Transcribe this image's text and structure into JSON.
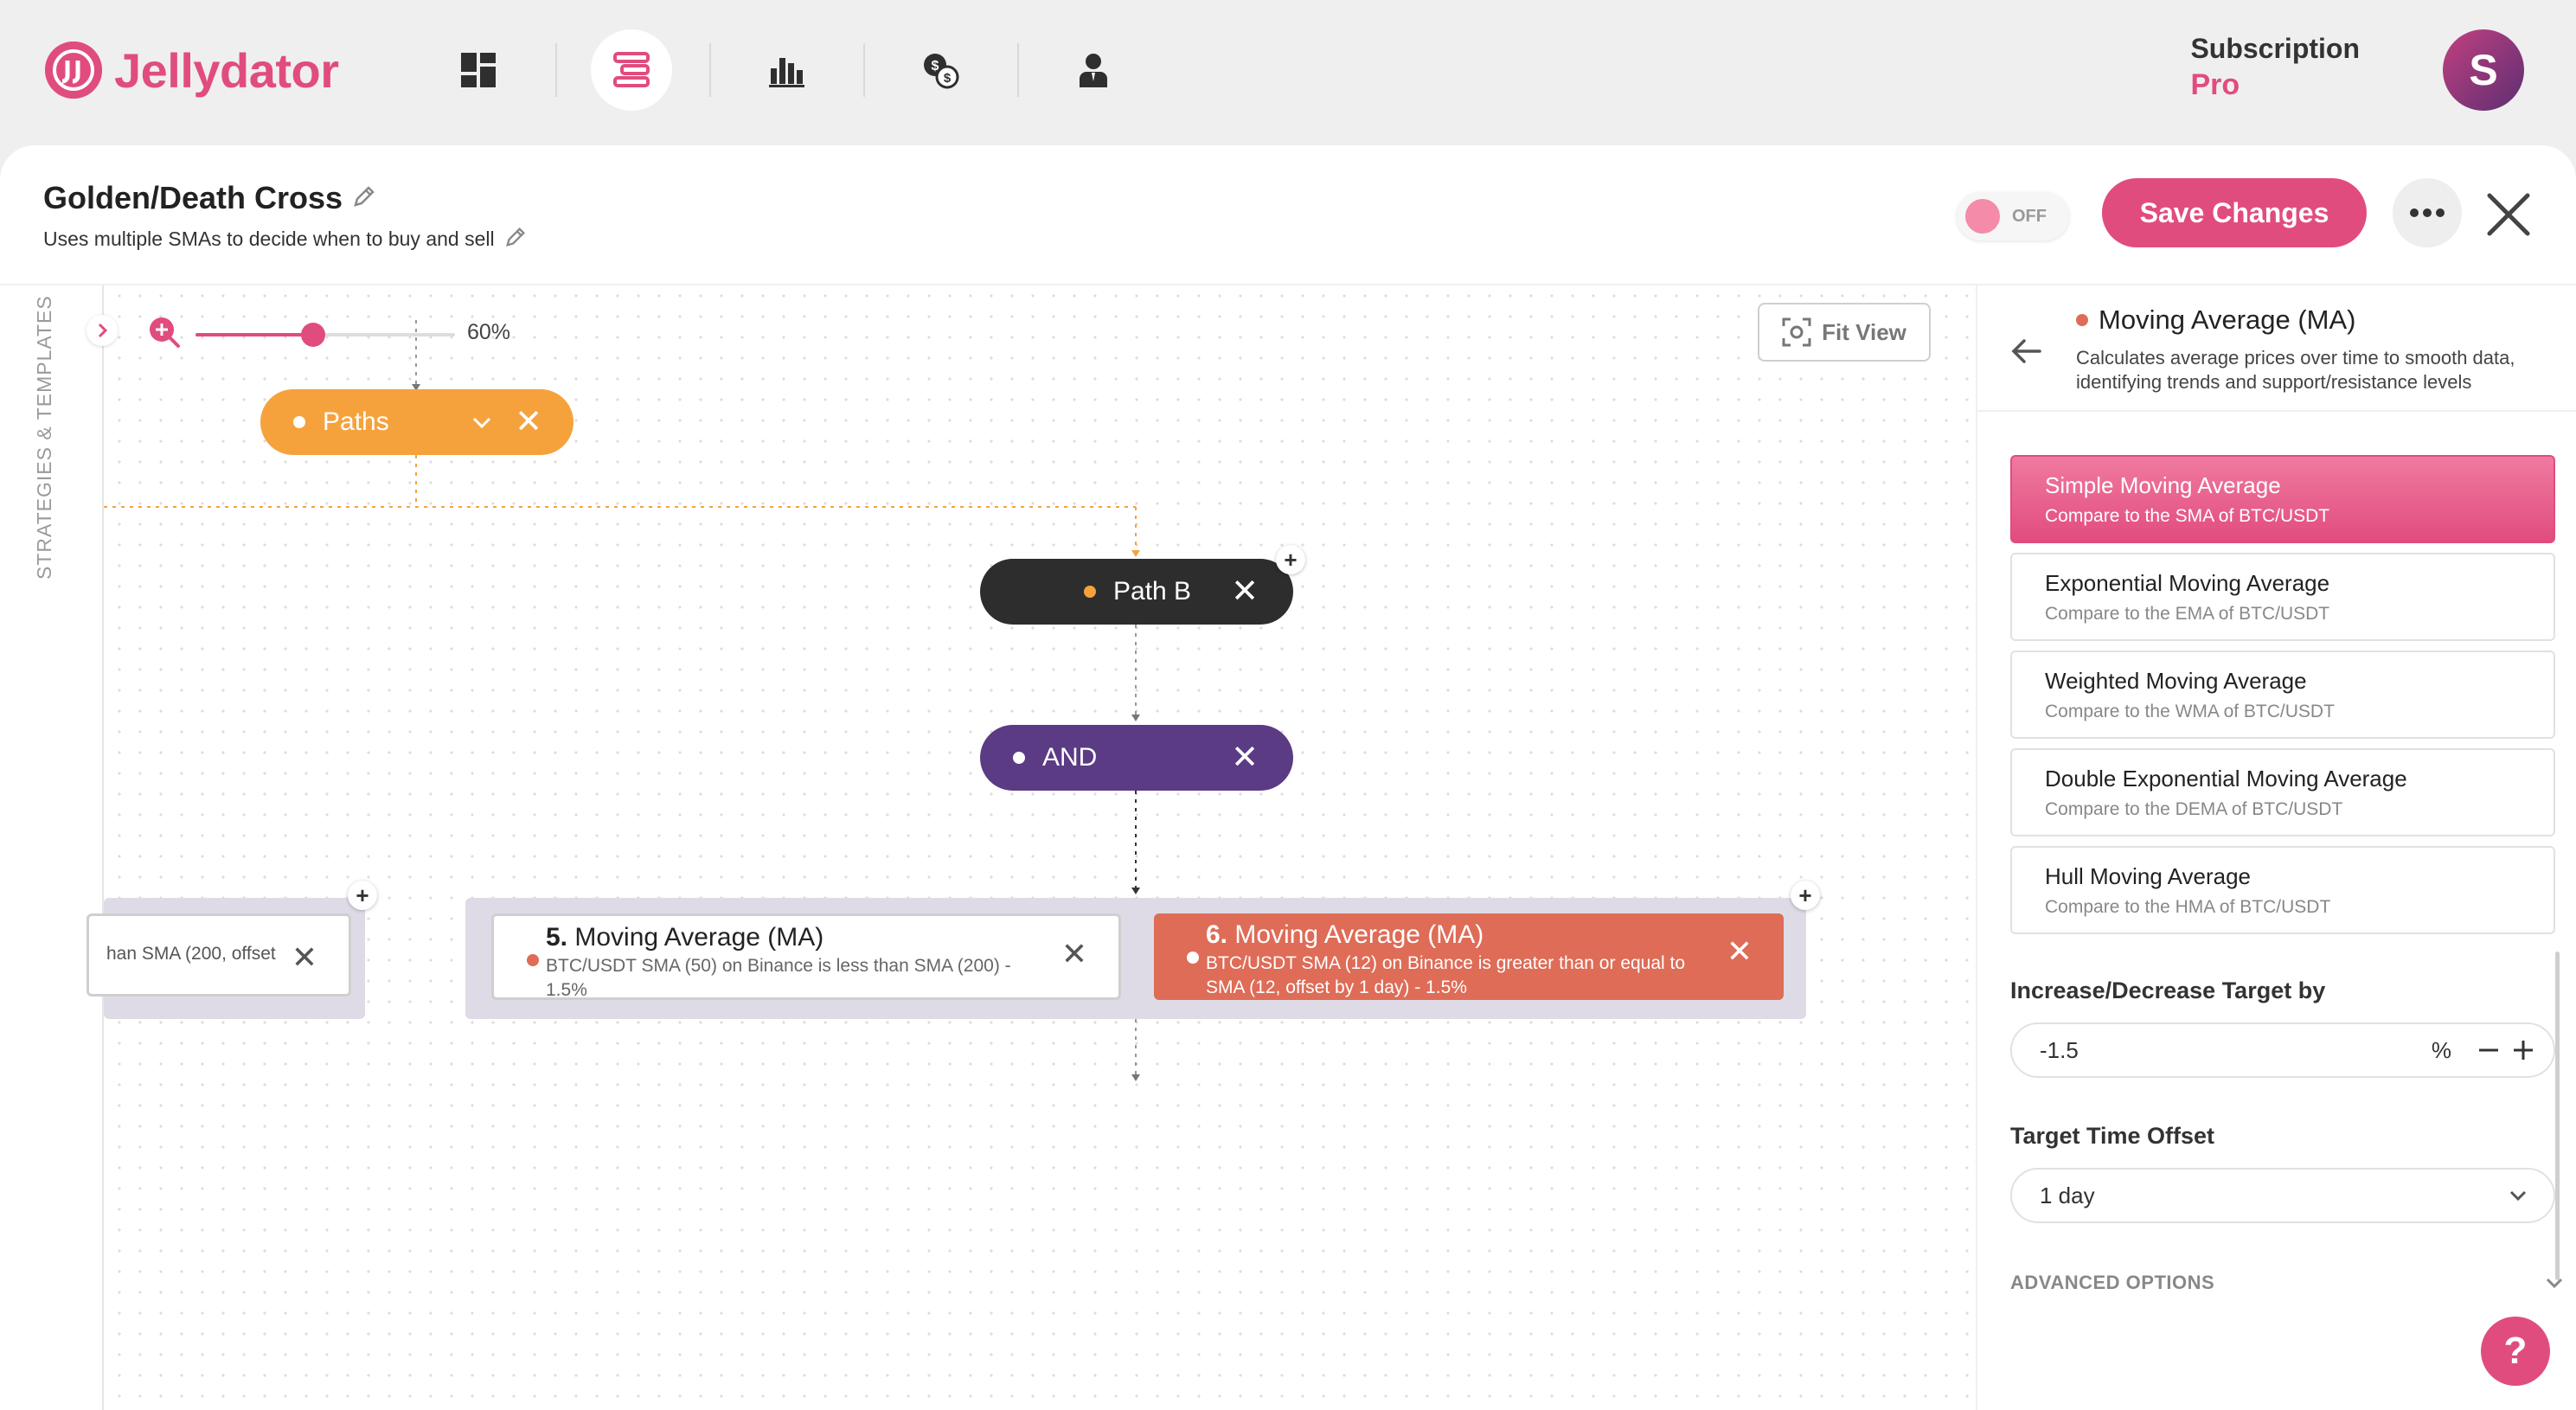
{
  "app": {
    "name": "Jellydator",
    "logo_letter": "J"
  },
  "nav": {
    "items": [
      {
        "name": "dashboard-icon"
      },
      {
        "name": "strategies-icon",
        "active": true
      },
      {
        "name": "analytics-icon"
      },
      {
        "name": "pricing-icon"
      },
      {
        "name": "account-icon"
      }
    ]
  },
  "subscription": {
    "label": "Subscription",
    "plan": "Pro"
  },
  "user": {
    "avatar_letter": "S"
  },
  "strategy": {
    "title": "Golden/Death Cross",
    "description": "Uses multiple SMAs to decide when to buy and sell",
    "toggle_label": "OFF",
    "save_label": "Save Changes"
  },
  "canvas": {
    "side_tab_label": "STRATEGIES & TEMPLATES",
    "zoom_label": "60%",
    "zoom_level": 0.6,
    "fit_view_label": "Fit View",
    "nodes": {
      "paths": {
        "label": "Paths"
      },
      "path_b": {
        "label": "Path B"
      },
      "and": {
        "label": "AND"
      }
    },
    "conditions": [
      {
        "number": "",
        "title": "",
        "desc": "han SMA (200, offset"
      },
      {
        "number": "5.",
        "title": "Moving Average (MA)",
        "desc": "BTC/USDT SMA (50) on Binance is less than SMA (200) - 1.5%"
      },
      {
        "number": "6.",
        "title": "Moving Average (MA)",
        "desc": "BTC/USDT SMA (12) on Binance is greater than or equal to SMA (12, offset by 1 day) - 1.5%"
      }
    ]
  },
  "panel": {
    "title": "Moving Average (MA)",
    "description": "Calculates average prices over time to smooth data, identifying trends and support/resistance levels",
    "options": [
      {
        "title": "Simple Moving Average",
        "subtitle": "Compare to the SMA of BTC/USDT",
        "selected": true
      },
      {
        "title": "Exponential Moving Average",
        "subtitle": "Compare to the EMA of BTC/USDT"
      },
      {
        "title": "Weighted Moving Average",
        "subtitle": "Compare to the WMA of BTC/USDT"
      },
      {
        "title": "Double Exponential Moving Average",
        "subtitle": "Compare to the DEMA of BTC/USDT"
      },
      {
        "title": "Hull Moving Average",
        "subtitle": "Compare to the HMA of BTC/USDT"
      }
    ],
    "target_label": "Increase/Decrease Target by",
    "target_value": "-1.5",
    "target_unit": "%",
    "offset_label": "Target Time Offset",
    "offset_value": "1 day",
    "advanced_label": "ADVANCED OPTIONS"
  },
  "colors": {
    "brand": "#e14c7e",
    "paths_node": "#f6a23c",
    "path_node": "#2d2d2d",
    "and_node": "#5a3b84",
    "active_condition": "#de6c57"
  }
}
